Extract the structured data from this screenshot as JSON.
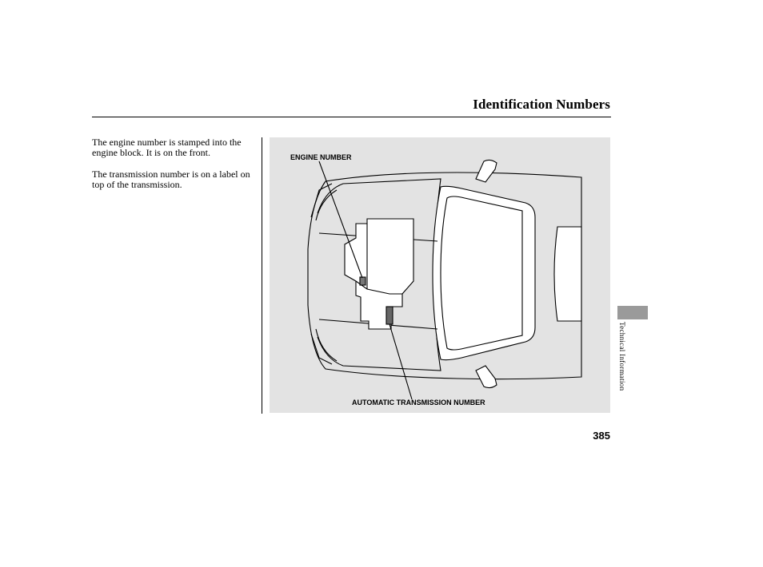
{
  "header": {
    "title": "Identification Numbers"
  },
  "body": {
    "paragraph_1": "The engine number is stamped into the engine block. It is on the front.",
    "paragraph_2": "The transmission number is on a label on top of the transmission."
  },
  "figure": {
    "engine_label": "ENGINE NUMBER",
    "transmission_label": "AUTOMATIC TRANSMISSION NUMBER"
  },
  "sidebar": {
    "section_label": "Technical Information"
  },
  "footer": {
    "page_number": "385"
  },
  "colors": {
    "figure_bg": "#e3e3e3",
    "tab": "#9a9a9a"
  }
}
